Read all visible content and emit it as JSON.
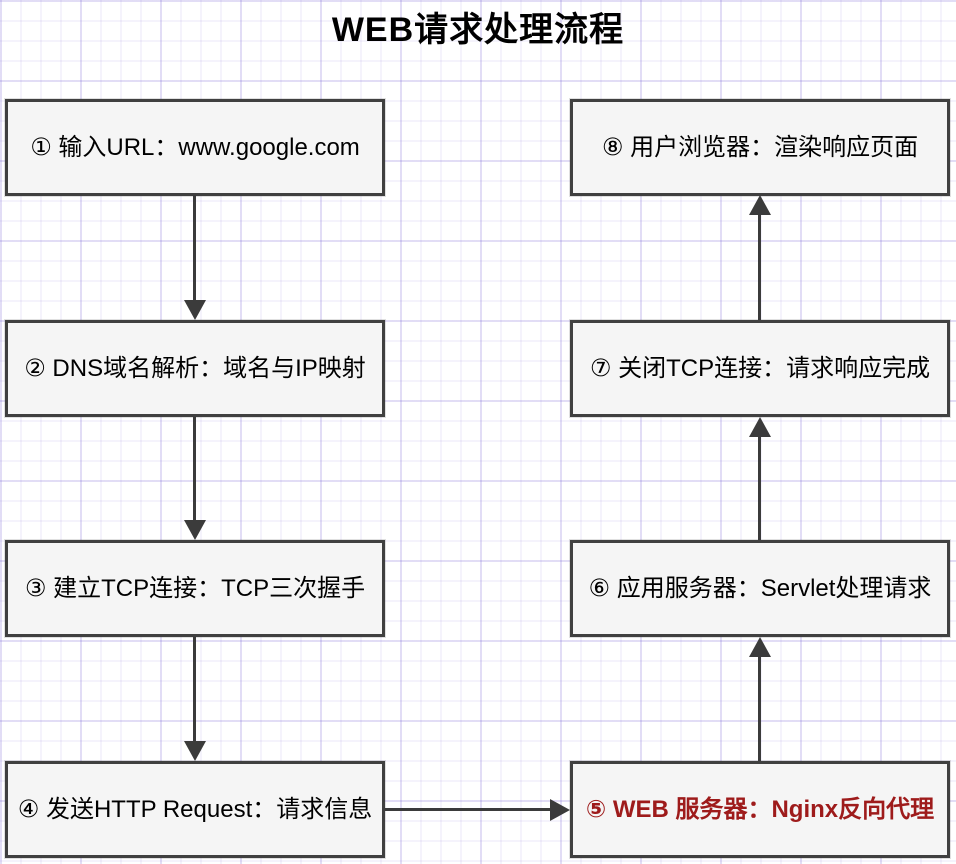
{
  "title": "WEB请求处理流程",
  "colors": {
    "box_fill": "#F5F5F5",
    "box_border": "#404040",
    "arrow": "#3B3B3B",
    "text": "#000000",
    "highlight_text": "#9E1B1B",
    "grid_line": "#E9E6F8"
  },
  "nodes": [
    {
      "id": 1,
      "label": "① 输入URL：www.google.com"
    },
    {
      "id": 2,
      "label": "② DNS域名解析：域名与IP映射"
    },
    {
      "id": 3,
      "label": "③ 建立TCP连接：TCP三次握手"
    },
    {
      "id": 4,
      "label": "④ 发送HTTP Request：请求信息"
    },
    {
      "id": 5,
      "label": "⑤ WEB 服务器：Nginx反向代理",
      "highlight": true
    },
    {
      "id": 6,
      "label": "⑥ 应用服务器：Servlet处理请求"
    },
    {
      "id": 7,
      "label": "⑦ 关闭TCP连接：请求响应完成"
    },
    {
      "id": 8,
      "label": "⑧ 用户浏览器：渲染响应页面"
    }
  ],
  "edges": [
    {
      "from": 1,
      "to": 2,
      "direction": "down"
    },
    {
      "from": 2,
      "to": 3,
      "direction": "down"
    },
    {
      "from": 3,
      "to": 4,
      "direction": "down"
    },
    {
      "from": 4,
      "to": 5,
      "direction": "right"
    },
    {
      "from": 5,
      "to": 6,
      "direction": "up"
    },
    {
      "from": 6,
      "to": 7,
      "direction": "up"
    },
    {
      "from": 7,
      "to": 8,
      "direction": "up"
    }
  ]
}
